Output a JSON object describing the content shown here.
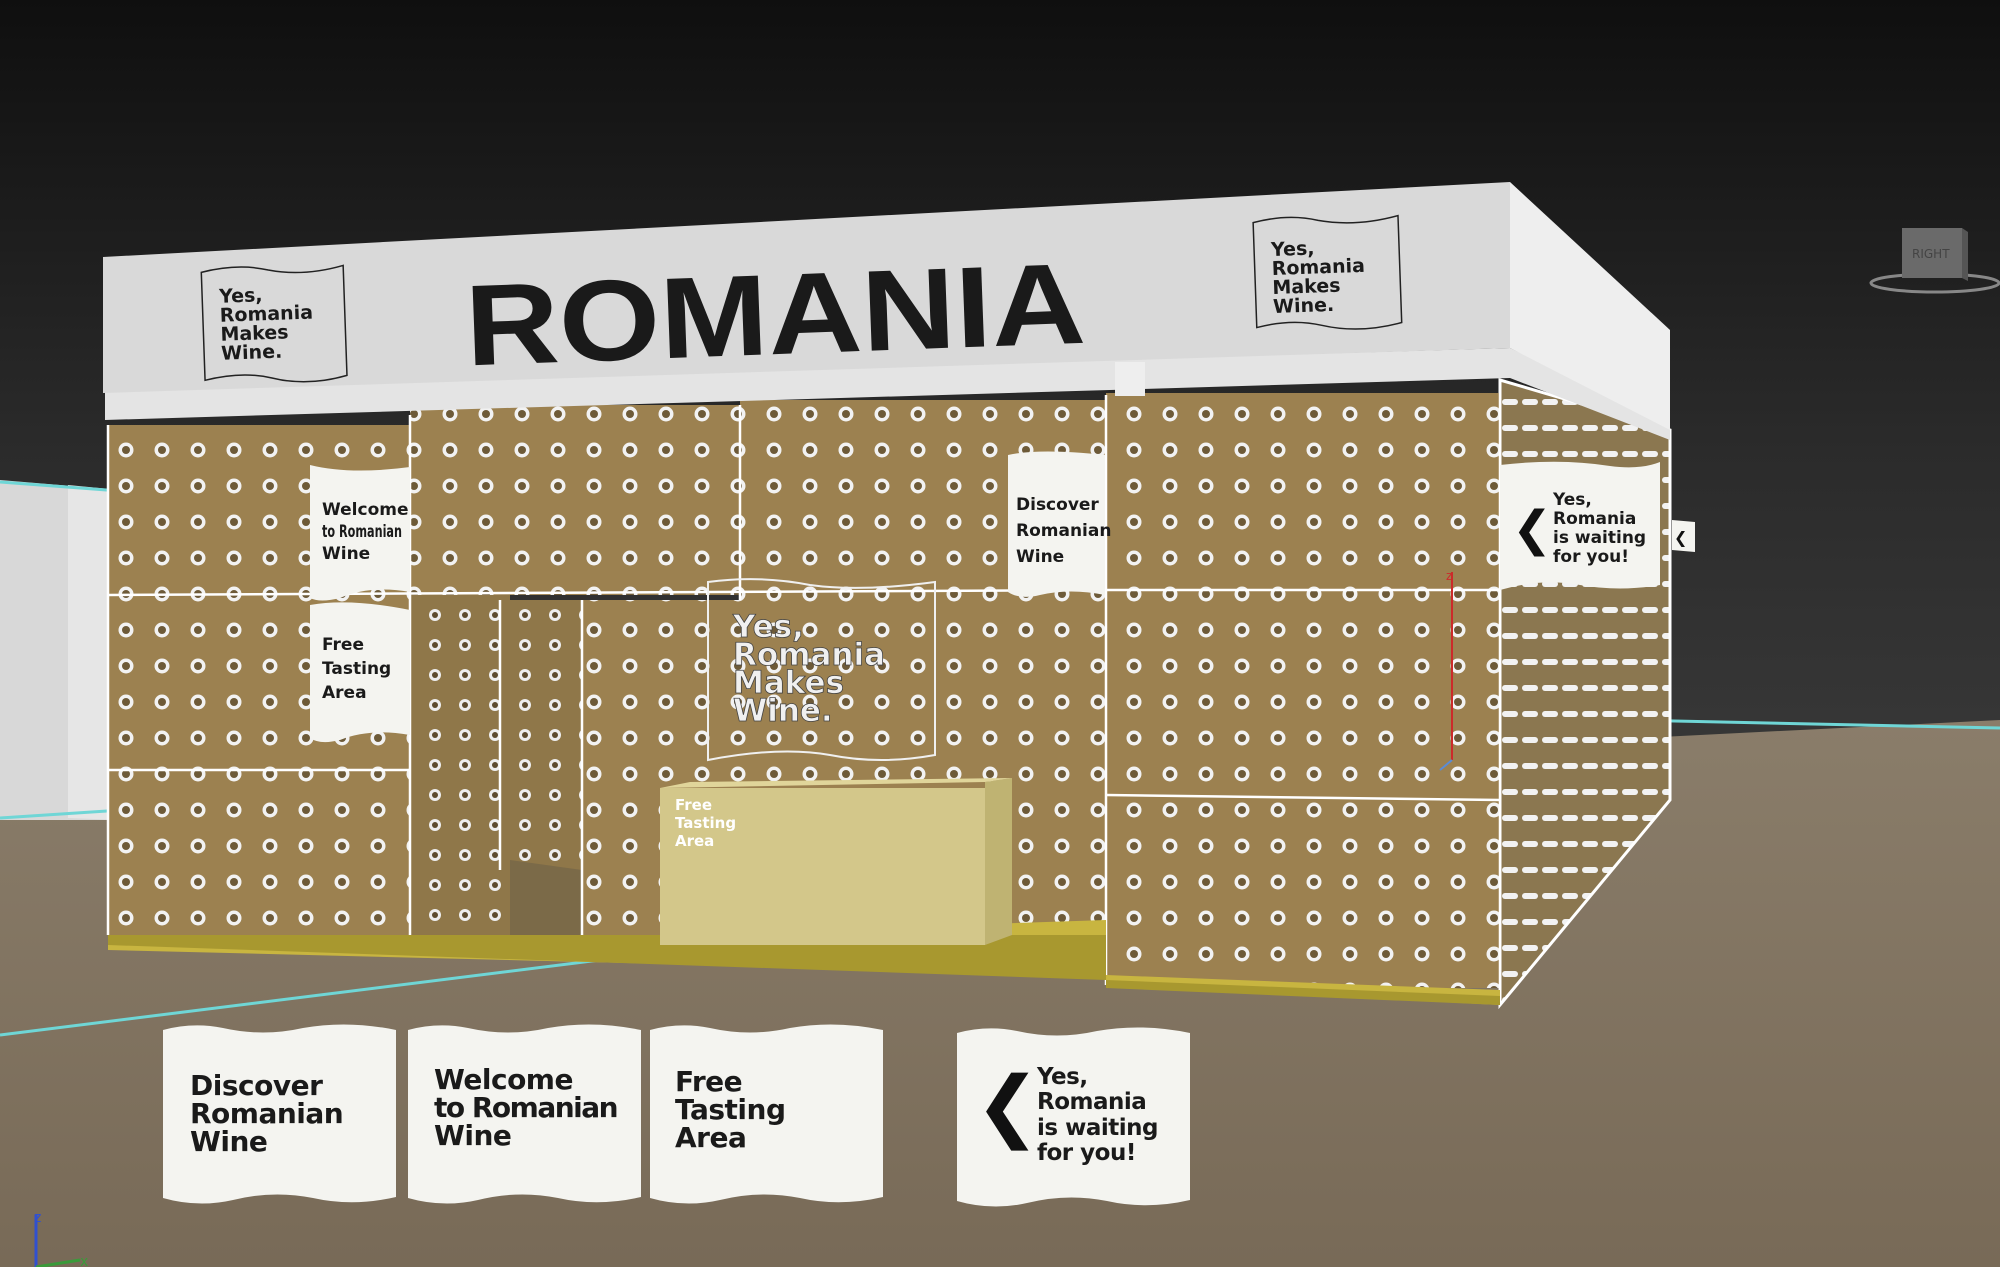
{
  "fascia": {
    "title": "ROMANIA",
    "badge_left": [
      "Yes,",
      "Romania",
      "Makes",
      "Wine."
    ],
    "badge_right": [
      "Yes,",
      "Romania",
      "Makes",
      "Wine."
    ]
  },
  "wall_signs": {
    "welcome": [
      "Welcome",
      "to Romanian",
      "Wine"
    ],
    "free_tasting": [
      "Free",
      "Tasting",
      "Area"
    ],
    "discover": [
      "Discover",
      "Romanian",
      "Wine"
    ],
    "waiting": [
      "Yes,",
      "Romania",
      "is waiting",
      "for you!"
    ],
    "center_logo": [
      "Yes,",
      "Romania",
      "Makes",
      "Wine."
    ],
    "counter_label": [
      "Free",
      "Tasting",
      "Area"
    ]
  },
  "sample_signs": [
    {
      "lines": [
        "Discover",
        "Romanian",
        "Wine"
      ],
      "arrow": ""
    },
    {
      "lines": [
        "Welcome",
        "to Romanian",
        "Wine"
      ],
      "arrow": ""
    },
    {
      "lines": [
        "Free",
        "Tasting",
        "Area"
      ],
      "arrow": ""
    },
    {
      "lines": [
        "Yes,",
        "Romania",
        "is waiting",
        "for you!"
      ],
      "arrow": "❮"
    }
  ],
  "viewcube": {
    "label": "RIGHT"
  },
  "axes": {
    "z": "z",
    "x": "x"
  },
  "colors": {
    "background_top": "#111111",
    "background_mid": "#3a3a3a",
    "floor": "#7b6e5c",
    "wall": "#9a7f4f",
    "fascia": "#d9d9d9",
    "floor_strip": "#c8b540",
    "counter": "#d3c78a",
    "guide_line": "#6fd6d6",
    "sign": "#f4f4f0"
  }
}
